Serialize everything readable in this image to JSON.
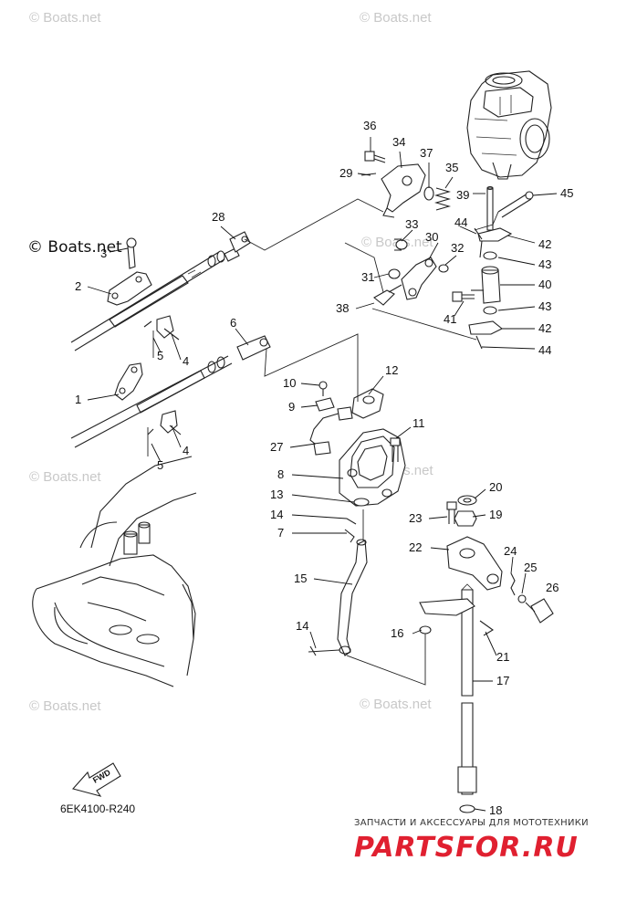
{
  "watermarks": {
    "text": "© Boats.net",
    "prominent": "© Boats.net"
  },
  "diagram_code": "6EK4100-R240",
  "fwd_label": "FWD",
  "advert": {
    "tagline": "ЗАПЧАСТИ И АКСЕССУАРЫ ДЛЯ МОТОТЕХНИКИ",
    "brand": "PARTSFOR.RU",
    "brand_color": "#e02030"
  },
  "callouts": [
    {
      "id": "c1",
      "number": "1"
    },
    {
      "id": "c2",
      "number": "2"
    },
    {
      "id": "c3",
      "number": "3"
    },
    {
      "id": "c4a",
      "number": "4"
    },
    {
      "id": "c4b",
      "number": "4"
    },
    {
      "id": "c5a",
      "number": "5"
    },
    {
      "id": "c5b",
      "number": "5"
    },
    {
      "id": "c6",
      "number": "6"
    },
    {
      "id": "c7",
      "number": "7"
    },
    {
      "id": "c8",
      "number": "8"
    },
    {
      "id": "c9",
      "number": "9"
    },
    {
      "id": "c10",
      "number": "10"
    },
    {
      "id": "c11",
      "number": "11"
    },
    {
      "id": "c12",
      "number": "12"
    },
    {
      "id": "c13",
      "number": "13"
    },
    {
      "id": "c14a",
      "number": "14"
    },
    {
      "id": "c14b",
      "number": "14"
    },
    {
      "id": "c15",
      "number": "15"
    },
    {
      "id": "c16",
      "number": "16"
    },
    {
      "id": "c17",
      "number": "17"
    },
    {
      "id": "c18",
      "number": "18"
    },
    {
      "id": "c19",
      "number": "19"
    },
    {
      "id": "c20",
      "number": "20"
    },
    {
      "id": "c21",
      "number": "21"
    },
    {
      "id": "c22",
      "number": "22"
    },
    {
      "id": "c23",
      "number": "23"
    },
    {
      "id": "c24",
      "number": "24"
    },
    {
      "id": "c25",
      "number": "25"
    },
    {
      "id": "c26",
      "number": "26"
    },
    {
      "id": "c27",
      "number": "27"
    },
    {
      "id": "c28",
      "number": "28"
    },
    {
      "id": "c29",
      "number": "29"
    },
    {
      "id": "c30",
      "number": "30"
    },
    {
      "id": "c31",
      "number": "31"
    },
    {
      "id": "c32",
      "number": "32"
    },
    {
      "id": "c33",
      "number": "33"
    },
    {
      "id": "c34",
      "number": "34"
    },
    {
      "id": "c35",
      "number": "35"
    },
    {
      "id": "c36",
      "number": "36"
    },
    {
      "id": "c37",
      "number": "37"
    },
    {
      "id": "c38",
      "number": "38"
    },
    {
      "id": "c39",
      "number": "39"
    },
    {
      "id": "c40",
      "number": "40"
    },
    {
      "id": "c41",
      "number": "41"
    },
    {
      "id": "c42a",
      "number": "42"
    },
    {
      "id": "c42b",
      "number": "42"
    },
    {
      "id": "c43a",
      "number": "43"
    },
    {
      "id": "c43b",
      "number": "43"
    },
    {
      "id": "c44a",
      "number": "44"
    },
    {
      "id": "c44b",
      "number": "44"
    },
    {
      "id": "c45",
      "number": "45"
    }
  ]
}
